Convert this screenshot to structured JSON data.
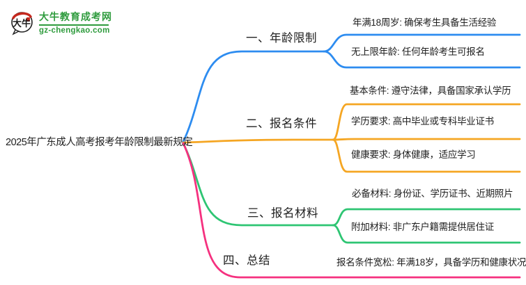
{
  "logo": {
    "site_name": "大牛教育成考网",
    "site_url": "gz-chengkao.com",
    "icon_text": "大牛",
    "brand_color": "#2E9B3D",
    "seal_color": "#C4281E"
  },
  "mindmap": {
    "root": "2025年广东成人高考报考年龄限制最新规定",
    "root_color": "#1F1F1F",
    "branches": [
      {
        "label": "一、年龄限制",
        "color": "#2D8CF0",
        "leaves": [
          "年满18周岁: 确保考生具备生活经验",
          "无上限年龄: 任何年龄考生可报名"
        ]
      },
      {
        "label": "二、报名条件",
        "color": "#F5A623",
        "leaves": [
          "基本条件: 遵守法律，具备国家承认学历",
          "学历要求: 高中毕业或专科毕业证书",
          "健康要求: 身体健康，适应学习"
        ]
      },
      {
        "label": "三、报名材料",
        "color": "#2EC573",
        "leaves": [
          "必备材料: 身份证、学历证书、近期照片",
          "附加材料: 非广东户籍需提供居住证"
        ]
      },
      {
        "label": "四、总结",
        "color": "#F5317F",
        "leaves": [
          "报名条件宽松: 年满18岁，具备学历和健康状况"
        ]
      }
    ]
  }
}
